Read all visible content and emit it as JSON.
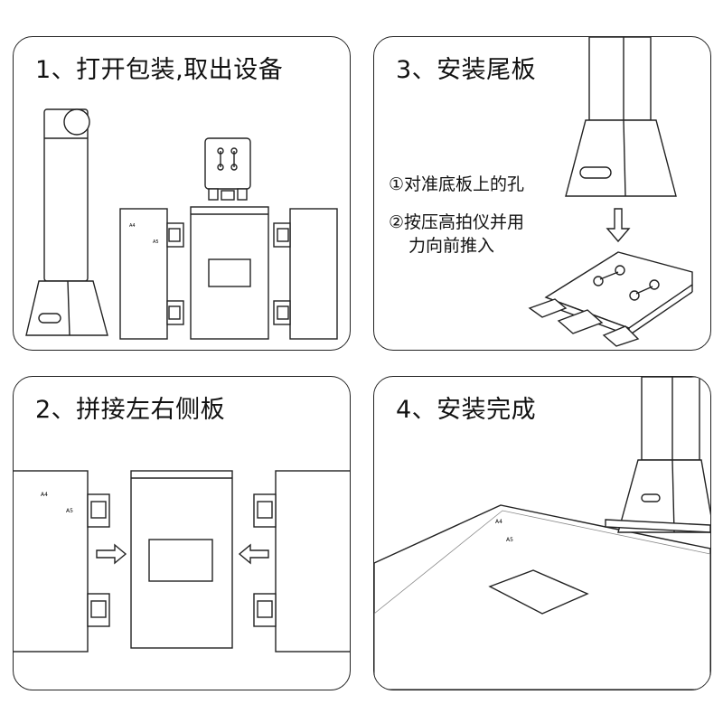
{
  "steps": {
    "step1": {
      "title": "1、打开包装,取出设备"
    },
    "step2": {
      "title": "2、拼接左右侧板"
    },
    "step3": {
      "title": "3、安装尾板",
      "instruction1": "①对准底板上的孔",
      "instruction2_line1": "②按压高拍仪并用",
      "instruction2_line2": "力向前推入"
    },
    "step4": {
      "title": "4、安装完成"
    }
  },
  "labels": {
    "a4": "A4",
    "a5": "A5"
  },
  "icons": [
    "arrow-right-icon",
    "arrow-left-icon",
    "arrow-down-icon"
  ]
}
